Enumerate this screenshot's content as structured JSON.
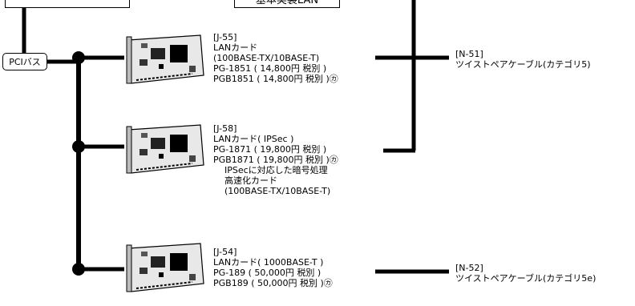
{
  "top_box": {
    "label": "基本実装LAN"
  },
  "pci_bus": {
    "label": "PCIバス"
  },
  "cards": [
    {
      "id": "[J-55]",
      "lines": [
        "LANカード",
        "(100BASE-TX/10BASE-T)",
        "PG-1851 ( 14,800円 税別 )",
        "PGB1851 ( 14,800円 税別 )㋕"
      ]
    },
    {
      "id": "[J-58]",
      "lines": [
        "LANカード( IPSec )",
        "PG-1871 ( 19,800円 税別 )",
        "PGB1871 ( 19,800円 税別 )㋕"
      ],
      "note": [
        "IPSecに対応した暗号処理",
        "高速化カード",
        "(100BASE-TX/10BASE-T)"
      ]
    },
    {
      "id": "[J-54]",
      "lines": [
        "LANカード( 1000BASE-T )",
        "PG-189 ( 50,000円 税別 )",
        "PGB189 ( 50,000円 税別 )㋕"
      ]
    }
  ],
  "cables": [
    {
      "id": "[N-51]",
      "label": "ツイストペアケーブル(カテゴリ5)"
    },
    {
      "id": "[N-52]",
      "label": "ツイストペアケーブル(カテゴリ5e)"
    }
  ]
}
